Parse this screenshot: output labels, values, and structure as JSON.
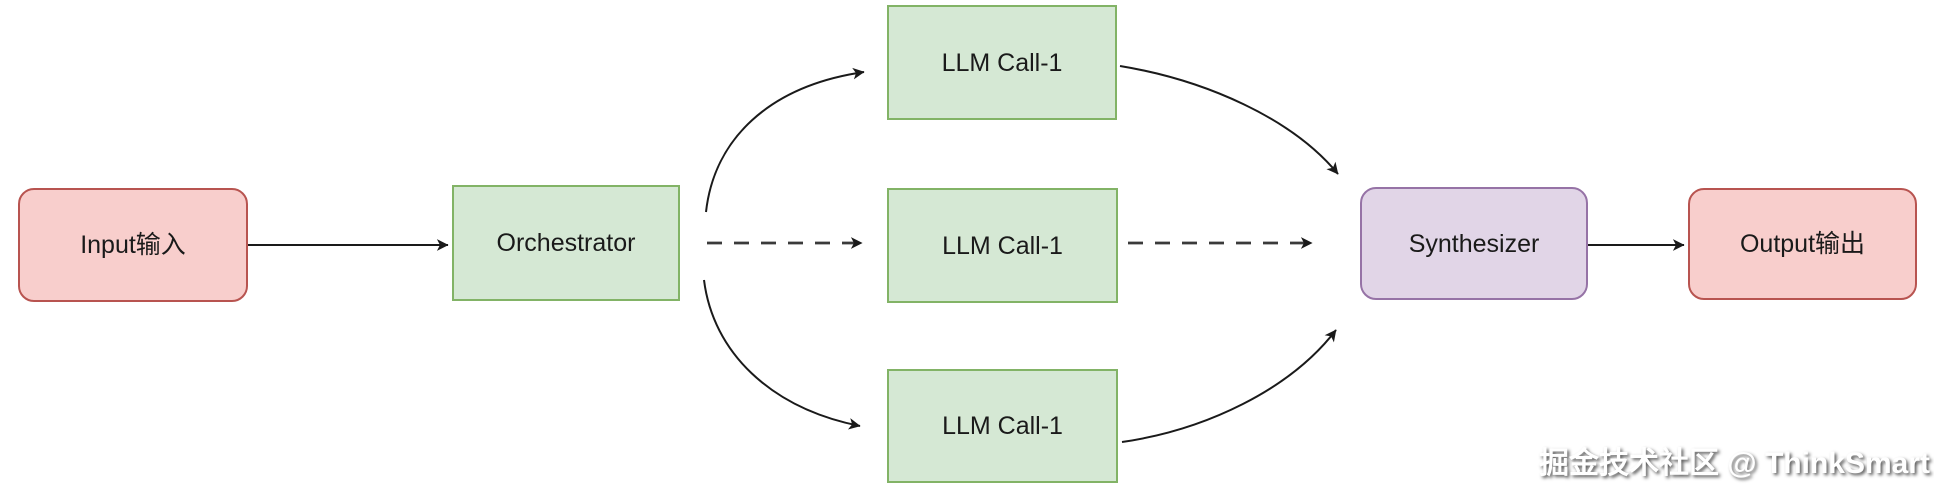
{
  "diagram": {
    "pattern_name": "orchestrator-workers",
    "nodes": [
      {
        "id": "input",
        "label": "Input输入",
        "shape": "rounded-rectangle",
        "fill": "#f8cecc",
        "stroke": "#b85450"
      },
      {
        "id": "orchestrator",
        "label": "Orchestrator",
        "shape": "rectangle",
        "fill": "#d5e8d4",
        "stroke": "#82b366"
      },
      {
        "id": "llm-top",
        "label": "LLM Call-1",
        "shape": "rectangle",
        "fill": "#d5e8d4",
        "stroke": "#82b366"
      },
      {
        "id": "llm-middle",
        "label": "LLM Call-1",
        "shape": "rectangle",
        "fill": "#d5e8d4",
        "stroke": "#82b366"
      },
      {
        "id": "llm-bottom",
        "label": "LLM Call-1",
        "shape": "rectangle",
        "fill": "#d5e8d4",
        "stroke": "#82b366"
      },
      {
        "id": "synthesizer",
        "label": "Synthesizer",
        "shape": "rounded-rectangle",
        "fill": "#e1d5e7",
        "stroke": "#9673a6"
      },
      {
        "id": "output",
        "label": "Output输出",
        "shape": "rounded-rectangle",
        "fill": "#f8cecc",
        "stroke": "#b85450"
      }
    ],
    "edges": [
      {
        "from": "input",
        "to": "orchestrator",
        "style": "solid",
        "curve": "straight"
      },
      {
        "from": "orchestrator",
        "to": "llm-top",
        "style": "solid",
        "curve": "arc-up"
      },
      {
        "from": "orchestrator",
        "to": "llm-middle",
        "style": "dashed",
        "curve": "straight"
      },
      {
        "from": "orchestrator",
        "to": "llm-bottom",
        "style": "solid",
        "curve": "arc-down"
      },
      {
        "from": "llm-top",
        "to": "synthesizer",
        "style": "solid",
        "curve": "arc-down"
      },
      {
        "from": "llm-middle",
        "to": "synthesizer",
        "style": "dashed",
        "curve": "straight"
      },
      {
        "from": "llm-bottom",
        "to": "synthesizer",
        "style": "solid",
        "curve": "arc-up"
      },
      {
        "from": "synthesizer",
        "to": "output",
        "style": "solid",
        "curve": "straight"
      }
    ],
    "colors": {
      "background": "#ffffff",
      "arrow": "#1a1a1a",
      "dashed_arrow": "#3a3a3a",
      "text": "#1a1a1a"
    }
  },
  "watermark": {
    "text": "掘金技术社区 @ ThinkSmart"
  }
}
